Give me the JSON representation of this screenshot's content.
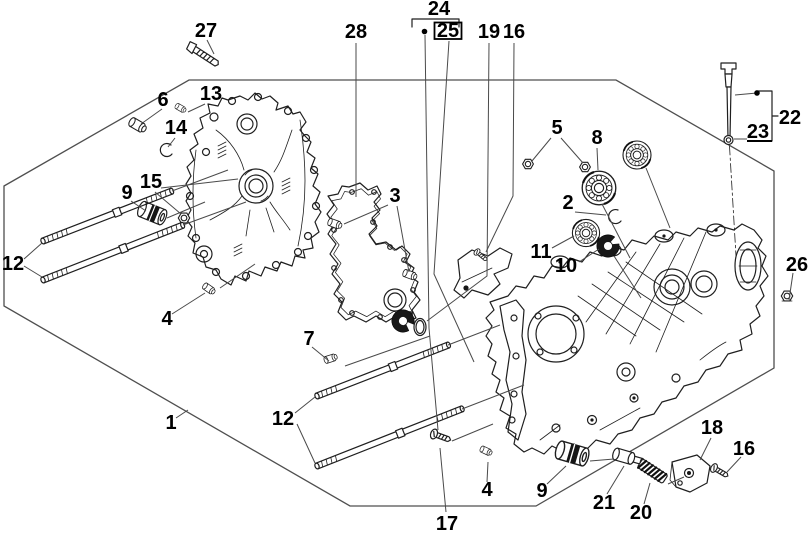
{
  "colors": {
    "background": "#ffffff",
    "line_art": "#1f1f1f",
    "leader_line": "#4a4a4a",
    "dark_fill": "#161616",
    "label": "#000000"
  },
  "callouts": {
    "c1": "1",
    "c2": "2",
    "c3": "3",
    "c4_left": "4",
    "c4_right": "4",
    "c5": "5",
    "c6": "6",
    "c7": "7",
    "c8": "8",
    "c9_left": "9",
    "c9_right": "9",
    "c10": "10",
    "c11": "11",
    "c12_left": "12",
    "c12_right": "12",
    "c13": "13",
    "c14": "14",
    "c15": "15",
    "c16_top": "16",
    "c16_right": "16",
    "c17": "17",
    "c18": "18",
    "c19": "19",
    "c20": "20",
    "c21": "21",
    "c22": "22",
    "c23": "23",
    "c24": "24",
    "c25": "25",
    "c26": "26",
    "c27": "27",
    "c28": "28"
  },
  "callout_styles": {
    "c25": "boxed",
    "c23": "underlined",
    "c24": "bracket-group-with-dot",
    "c22": "bracket-group-with-dot"
  }
}
